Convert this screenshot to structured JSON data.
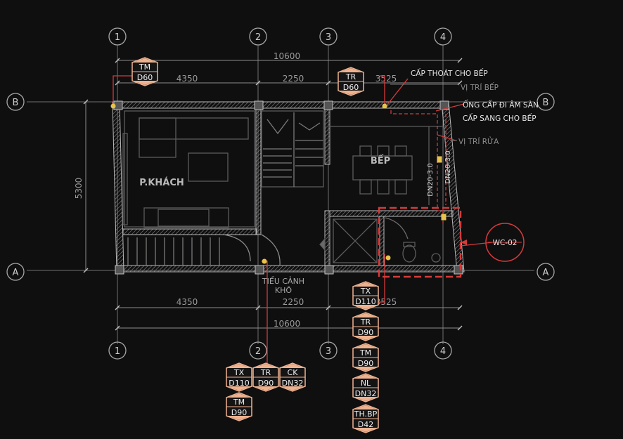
{
  "grid_labels": {
    "col1": "1",
    "col2": "2",
    "col3": "3",
    "col4": "4",
    "rowB": "B",
    "rowA": "A"
  },
  "dimensions": {
    "total_top": "10600",
    "total_bottom": "10600",
    "seg1_top": "4350",
    "seg2_top": "2250",
    "seg3_top": "3525",
    "seg1_bottom": "4350",
    "seg2_bottom": "2250",
    "seg3_bottom": "3525",
    "height": "5300",
    "dn_left": "DN20-3.0",
    "dn_right": "DN20-3.0"
  },
  "rooms": {
    "living": "P.KHÁCH",
    "kitchen": "BẾP",
    "courtyard_line1": "TIỂU CẢNH",
    "courtyard_line2": "KHÔ"
  },
  "annotations": {
    "kitchen_supply": "CẤP THOÁT CHO BẾP",
    "kitchen_pos": "VỊ TRÍ BẾP",
    "pipe_line1": "ỐNG CẤP ĐI ÂM SÀN",
    "pipe_line2": "CẤP SANG CHO BẾP",
    "sink_pos": "VỊ TRÍ RỬA",
    "wc": "WC-02"
  },
  "tags": {
    "tm_top": {
      "top": "TM",
      "bottom": "D60"
    },
    "tr_top": {
      "top": "TR",
      "bottom": "D60"
    },
    "tx_a": {
      "top": "TX",
      "bottom": "D110"
    },
    "tr_a": {
      "top": "TR",
      "bottom": "D90"
    },
    "ck_a": {
      "top": "CK",
      "bottom": "DN32"
    },
    "tm_a": {
      "top": "TM",
      "bottom": "D90"
    },
    "tx_b": {
      "top": "TX",
      "bottom": "D110"
    },
    "tr_b": {
      "top": "TR",
      "bottom": "D90"
    },
    "tm_b": {
      "top": "TM",
      "bottom": "D90"
    },
    "nl_b": {
      "top": "NL",
      "bottom": "DN32"
    },
    "thbp_b": {
      "top": "TH.BP",
      "bottom": "D42"
    }
  },
  "colors": {
    "background": "#0f0f10",
    "wall": "#b8b8b8",
    "grid": "#9a9a9a",
    "pipe": "#d63a3a",
    "tag_fill": "#efb28f",
    "text": "#e6e6e6",
    "marker": "#e8c34a"
  }
}
